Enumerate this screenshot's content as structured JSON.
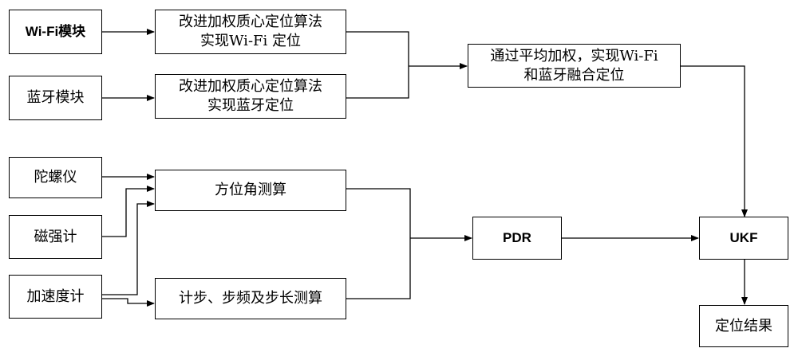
{
  "nodes": {
    "wifi_module": "Wi-Fi模块",
    "bt_module": "蓝牙模块",
    "wifi_locate": {
      "line1": "改进加权质心定位算法",
      "line2": "实现Wi-Fi 定位"
    },
    "bt_locate": {
      "line1": "改进加权质心定位算法",
      "line2": "实现蓝牙定位"
    },
    "fusion": {
      "line1": "通过平均加权，实现Wi-Fi",
      "line2": "和蓝牙融合定位"
    },
    "gyro": "陀螺仪",
    "magnetometer": "磁强计",
    "accelerometer": "加速度计",
    "heading": "方位角测算",
    "step": "计步、步频及步长测算",
    "pdr": "PDR",
    "ukf": "UKF",
    "result": "定位结果"
  }
}
